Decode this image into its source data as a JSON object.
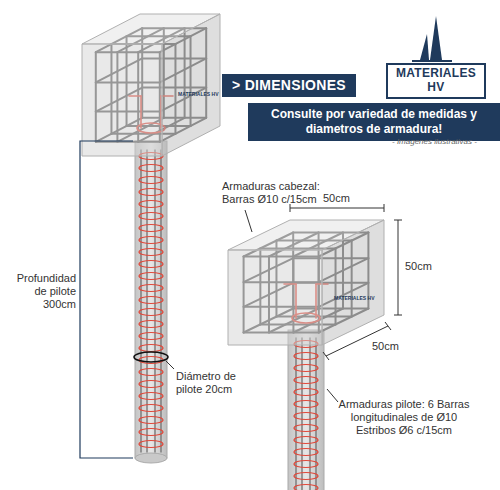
{
  "diagram": {
    "nodes": [
      {
        "text": [
          "> DIMENSIONES"
        ]
      },
      {
        "text": [
          "MATERIALES HV"
        ]
      },
      {
        "text": [
          "Consulte por variedad de medidas y diametros de armadura!"
        ]
      }
    ],
    "labels": [
      "Armaduras cabezal: Barras Ø10 c/15cm",
      "50cm",
      "50cm",
      "50cm",
      "Profundidad de pilote 300cm",
      "Diámetro de pilote 20cm",
      "Armaduras pilote: 6 Barras longitudinales de Ø10 Estribos Ø6 c/15cm",
      "- Imagenes ilustrativas -",
      "MATERIALES HV",
      "MATERIALES HV"
    ]
  }
}
